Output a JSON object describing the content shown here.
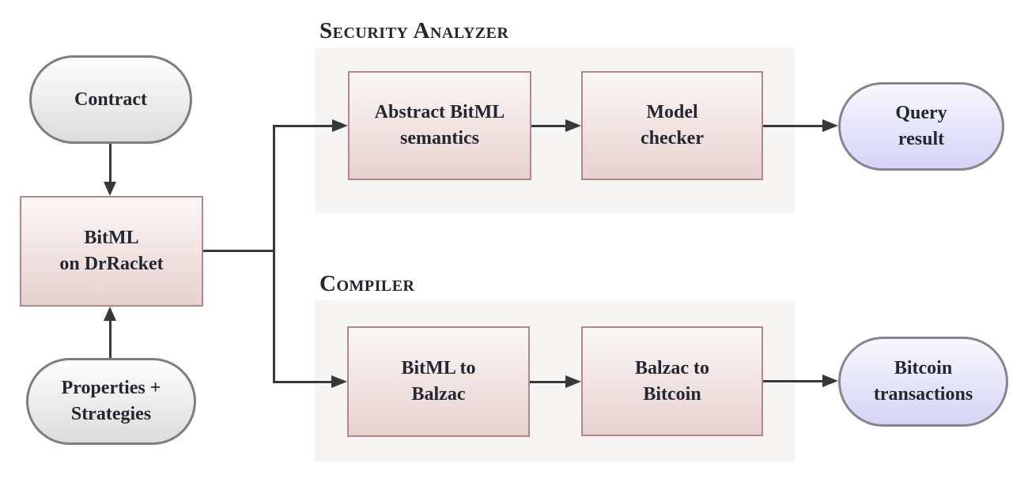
{
  "theme": {
    "bg": "#ffffff",
    "panel-bg": "#f6f5f4",
    "pink-top": "#fbf7f6",
    "pink-bottom": "#e7d1d0",
    "pink-border": "#b28787",
    "gray-top": "#fefefe",
    "gray-bottom": "#dcdcdc",
    "gray-border": "#7d7d7d",
    "purple-top": "#f8f7fe",
    "purple-bottom": "#d5d4f6",
    "purple-border": "#85858c",
    "line-color": "#383838",
    "text-color": "#242730",
    "heading-color": "#24262e"
  },
  "sections": {
    "security_analyzer": {
      "title": "Security Analyzer"
    },
    "compiler": {
      "title": "Compiler"
    }
  },
  "nodes": {
    "contract": {
      "lines": [
        "Contract"
      ]
    },
    "bitml_on_drracket": {
      "lines": [
        "BitML",
        "on DrRacket"
      ]
    },
    "properties_strategies": {
      "lines": [
        "Properties +",
        "Strategies"
      ]
    },
    "abstract_bitml_semantics": {
      "lines": [
        "Abstract BitML",
        "semantics"
      ]
    },
    "model_checker": {
      "lines": [
        "Model",
        "checker"
      ]
    },
    "query_result": {
      "lines": [
        "Query",
        "result"
      ]
    },
    "bitml_to_balzac": {
      "lines": [
        "BitML to",
        "Balzac"
      ]
    },
    "balzac_to_bitcoin": {
      "lines": [
        "Balzac to",
        "Bitcoin"
      ]
    },
    "bitcoin_transactions": {
      "lines": [
        "Bitcoin",
        "transactions"
      ]
    }
  }
}
